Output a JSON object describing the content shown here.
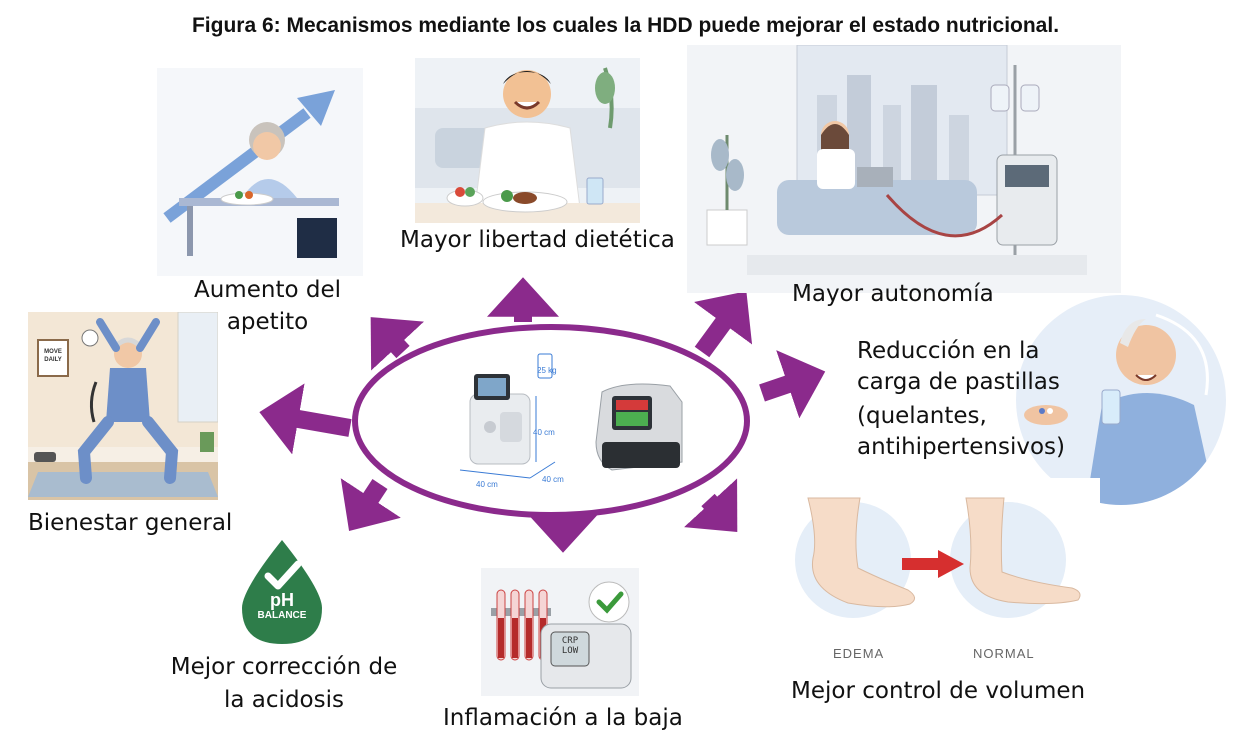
{
  "title": "Figura 6: Mecanismos mediante los cuales la HDD puede mejorar el estado nutricional.",
  "accent_color": "#8b2a8c",
  "mechanisms": {
    "appetite": [
      "Aumento del",
      "apetito"
    ],
    "diet": "Mayor libertad dietética",
    "autonomy": "Mayor autonomía",
    "pills": [
      "Reducción en la",
      "carga de pastillas",
      "(quelantes,",
      "antihipertensivos)"
    ],
    "wellbeing": "Bienestar general",
    "acidosis": [
      "Mejor corrección de",
      "la acidosis"
    ],
    "inflammation": "Inflamación a la baja",
    "volume": "Mejor control de volumen"
  },
  "center": {
    "dim_a": "40 cm",
    "dim_b": "40 cm",
    "dim_c": "40 cm",
    "weight_badge": "25 kg"
  },
  "ph_badge": {
    "top": "pH",
    "bottom": "BALANCE"
  },
  "exercise_sign": [
    "MOVE",
    "DAILY"
  ],
  "lab_screen": [
    "CRP",
    "LOW"
  ],
  "volume_captions": {
    "left": "EDEMA",
    "right": "NORMAL"
  },
  "icons": [
    "arrow-icon",
    "check-icon",
    "blood-tube-icon",
    "dumbbell-icon",
    "plant-icon"
  ]
}
